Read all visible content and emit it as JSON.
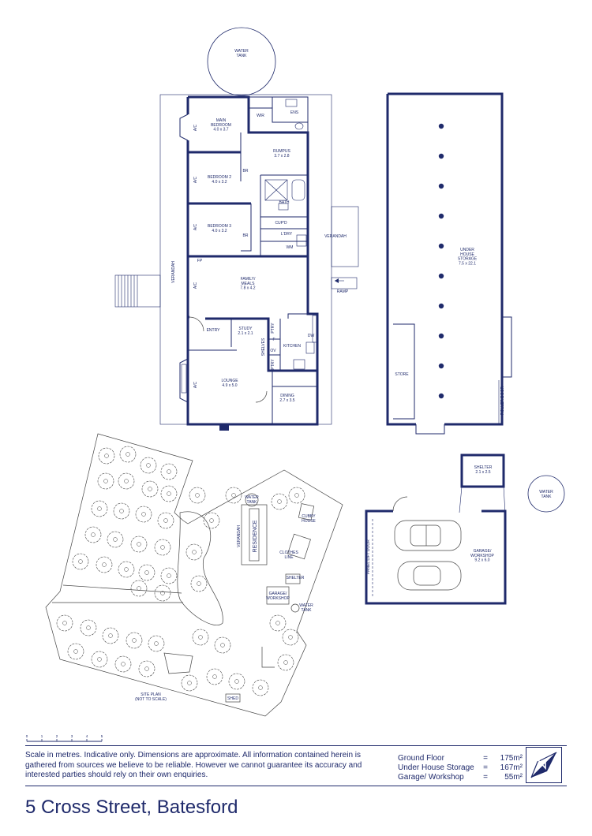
{
  "plan": {
    "rooms": {
      "water_tank_top": "WATER\nTANK",
      "main_bedroom": "MAIN\nBEDROOM\n4.0 x 3.7",
      "wir": "WIR",
      "ens": "ENS",
      "rumpus": "RUMPUS\n3.7 x 2.8",
      "bedroom2": "BEDROOM 2\n4.0 x 3.2",
      "br1": "BR",
      "bath": "BATH",
      "bedroom3": "BEDROOM 3\n4.0 x 3.2",
      "br2": "BR",
      "cupd": "CUP'D",
      "ldry": "L'DRY",
      "wm": "WM",
      "verandah_right": "VERANDAH",
      "verandah_left": "VERANDAH",
      "fp": "FP",
      "family_meals": "FAMILY/\nMEALS\n7.8 x 4.2",
      "ramp": "RAMP",
      "entry": "ENTRY",
      "study": "STUDY\n2.1 x 2.1",
      "ptry1": "PTRY",
      "f": "F",
      "ov": "OV",
      "ptry2": "PTRY",
      "shelves": "SHELVES",
      "kitchen": "KITCHEN",
      "dw": "DW",
      "lounge": "LOUNGE\n4.9 x 5.0",
      "dining": "DINING\n2.7 x 3.5",
      "ac": "A/C",
      "under_house_storage": "UNDER\nHOUSE\nSTORAGE\n7.5 x 22.1",
      "store": "STORE",
      "roller_door": "ROLLER DOOR",
      "shelter": "SHELTER\n2.1 x 2.5",
      "water_tank_right": "WATER\nTANK",
      "panel_lift_door": "PANEL LIFT DOOR",
      "garage_workshop": "GARAGE/\nWORKSHOP\n9.2 x 6.0"
    },
    "site": {
      "water_tank": "WATER\nTANK",
      "verandah": "VERANDAH",
      "residence": "RESIDENCE",
      "cubby_house": "CUBBY\nHOUSE",
      "clothes_line": "CLOTHES\nLINE",
      "shelter": "SHELTER",
      "garage_workshop": "GARAGE/\nWORKSHOP",
      "water_tank2": "WATER\nTANK",
      "site_plan": "SITE PLAN\n(NOT TO SCALE)",
      "shed": "SHED"
    }
  },
  "scale_ticks": [
    "0",
    "1",
    "2",
    "3",
    "4",
    "5"
  ],
  "disclaimer": "Scale in metres. Indicative only. Dimensions are approximate. All information contained herein is gathered from sources we believe to be reliable. However we cannot guarantee its accuracy and interested parties should rely on their own enquiries.",
  "areas": [
    {
      "name": "Ground Floor",
      "value": "175m²"
    },
    {
      "name": "Under House Storage",
      "value": "167m²"
    },
    {
      "name": "Garage/ Workshop",
      "value": "55m²"
    }
  ],
  "address": "5 Cross Street, Batesford",
  "colors": {
    "ink": "#1f2a6b"
  }
}
